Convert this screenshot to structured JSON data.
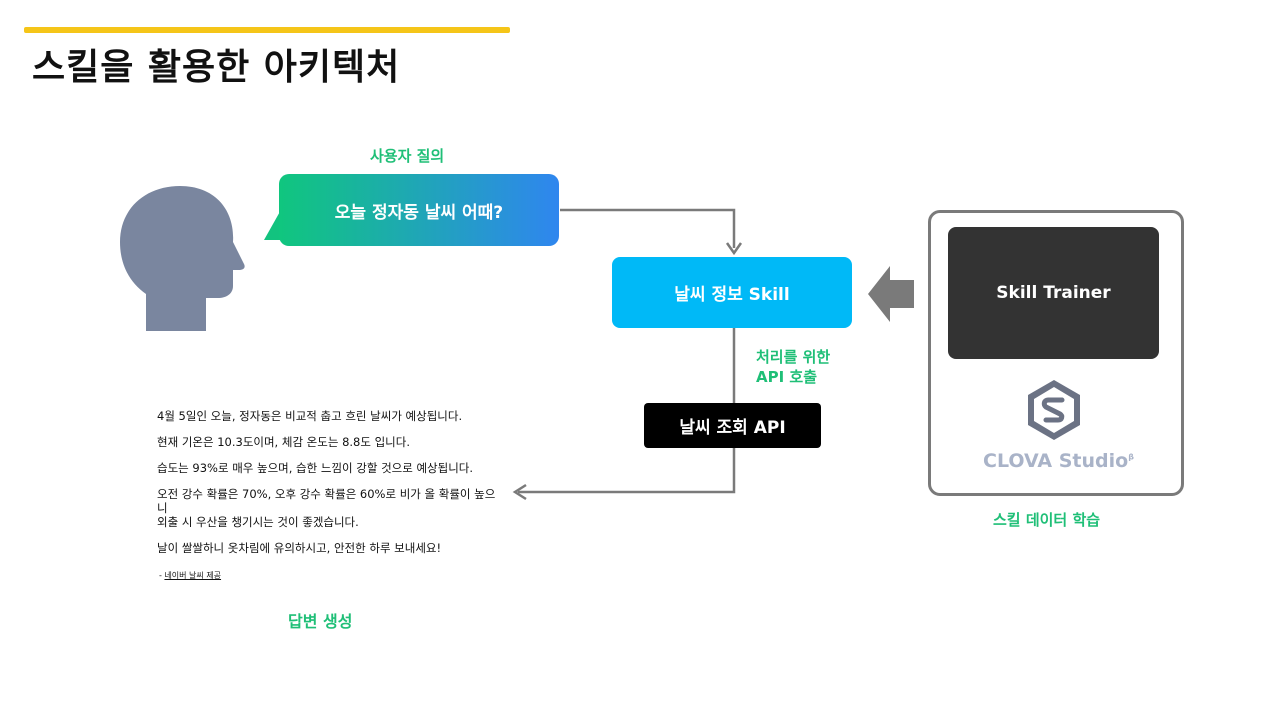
{
  "title": "스킬을 활용한 아키텍처",
  "labels": {
    "user_query": "사용자 질의",
    "api_call_line1": "처리를 위한",
    "api_call_line2": "API 호출",
    "skill_data_training": "스킬 데이터 학습",
    "answer_generation": "답변 생성"
  },
  "bubble_text": "오늘 정자동 날씨 어때?",
  "skill_box": "날씨 정보 Skill",
  "api_box": "날씨 조회 API",
  "trainer_box": "Skill Trainer",
  "clova_logo": {
    "name": "CLOVA Studio",
    "sup": "β"
  },
  "answer": {
    "lines": [
      "4월 5일인 오늘, 정자동은 비교적 춥고 흐린 날씨가 예상됩니다.",
      "현재 기온은 10.3도이며, 체감 온도는 8.8도 입니다.",
      "습도는 93%로 매우 높으며, 습한 느낌이 강할 것으로 예상됩니다.",
      "오전 강수 확률은 70%, 오후 강수 확률은 60%로 비가 올 확률이 높으니\n외출 시 우산을 챙기시는 것이 좋겠습니다.",
      "날이 쌀쌀하니 옷차림에 유의하시고, 안전한 하루 보내세요!"
    ],
    "source_prefix": "- ",
    "source": "네이버 날씨 제공"
  },
  "colors": {
    "accent_bar": "#f5c518",
    "green_label": "#1fbf77",
    "bubble_start": "#10c67e",
    "bubble_end": "#2f86ef",
    "skill_box": "#00b9f7",
    "head": "#7a869f",
    "arrow": "#7a7a7a"
  },
  "icons": [
    "user-head-icon",
    "clova-studio-logo-icon",
    "arrow-left-icon"
  ]
}
